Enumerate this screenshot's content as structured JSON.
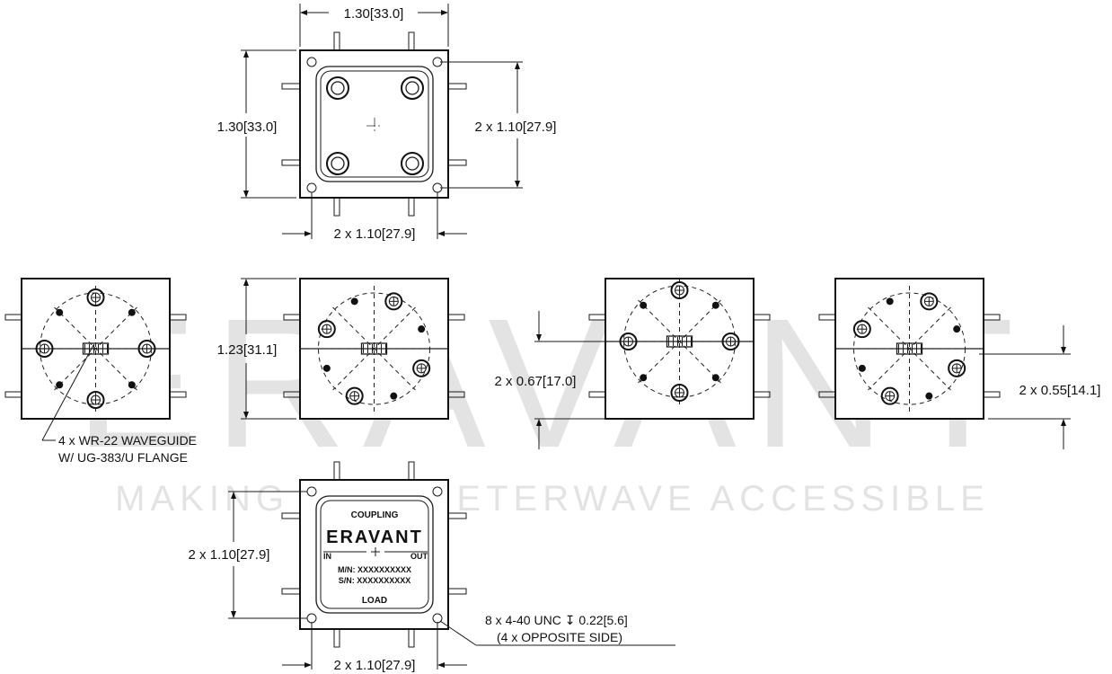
{
  "watermark": {
    "brand": "ERAVANT",
    "tagline": "MAKING MILLIMETERWAVE ACCESSIBLE"
  },
  "dimensions": {
    "top_width": "1.30[33.0]",
    "top_height": "1.30[33.0]",
    "top_hole_vertical": "2 x 1.10[27.9]",
    "top_hole_horizontal": "2 x 1.10[27.9]",
    "side_height": "1.23[31.1]",
    "port_offset_a": "2 x 0.67[17.0]",
    "port_offset_b": "2 x 0.55[14.1]",
    "bottom_hole_vertical": "2 x 1.10[27.9]",
    "bottom_hole_horizontal": "2 x 1.10[27.9]"
  },
  "callouts": {
    "waveguide_line1": "4 x WR-22 WAVEGUIDE",
    "waveguide_line2": "W/ UG-383/U FLANGE",
    "thread_line1": "8 x 4-40 UNC  ↧ 0.22[5.6]",
    "thread_line2": "(4 x OPPOSITE SIDE)"
  },
  "label_plate": {
    "title": "COUPLING",
    "brand": "ERAVANT",
    "in_label": "IN",
    "out_label": "OUT",
    "model": "M/N: XXXXXXXXXX",
    "serial": "S/N: XXXXXXXXXX",
    "bottom": "LOAD"
  }
}
